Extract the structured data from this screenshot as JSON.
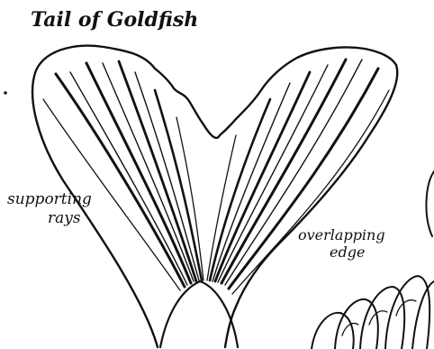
{
  "title": "Tail of Goldfish",
  "labels": {
    "supporting_rays_line1": "supporting",
    "supporting_rays_line2": "rays",
    "overlapping_edge_line1": "overlapping",
    "overlapping_edge_line2": "edge"
  },
  "colors": {
    "ink": "#111111",
    "background": "#ffffff"
  }
}
